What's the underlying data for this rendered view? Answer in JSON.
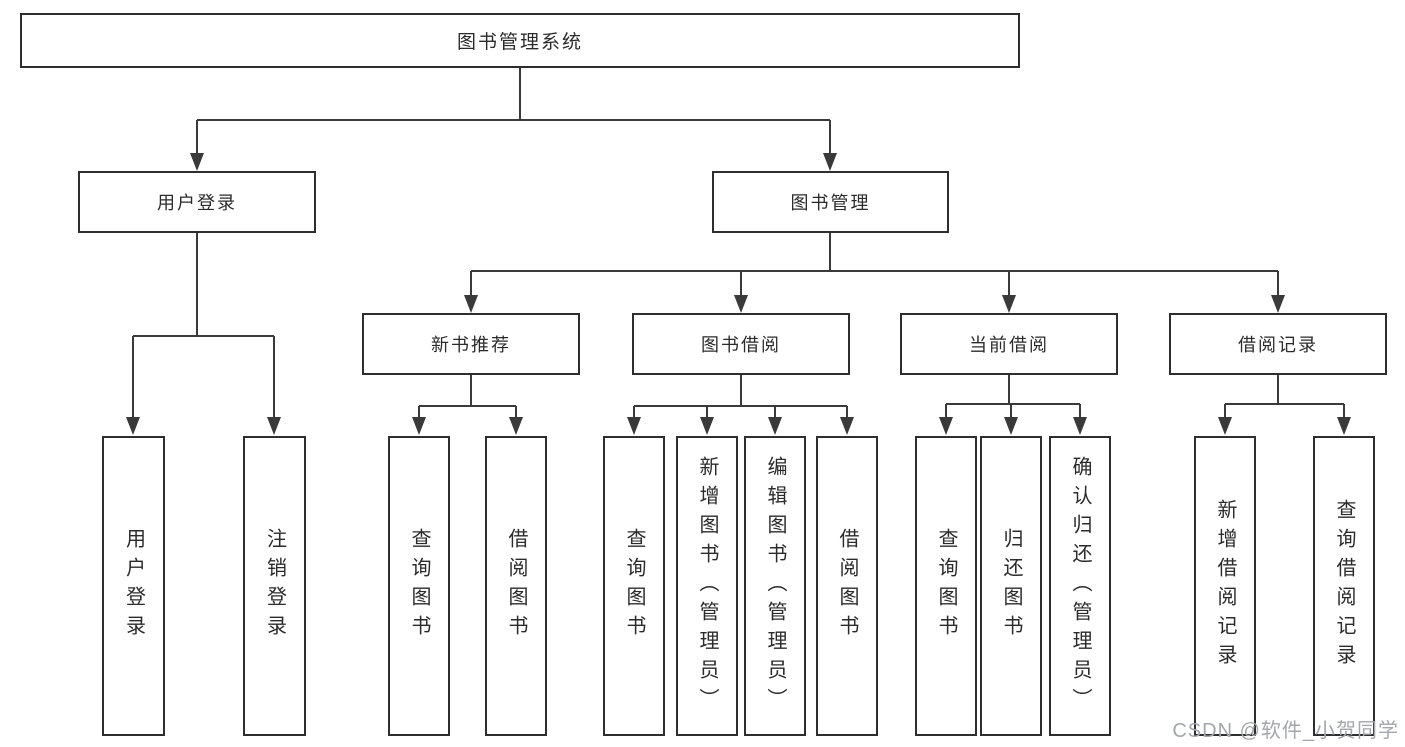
{
  "diagram": {
    "root": {
      "label": "图书管理系统"
    },
    "level2": [
      {
        "label": "用户登录"
      },
      {
        "label": "图书管理"
      }
    ],
    "level3": [
      {
        "label": "新书推荐"
      },
      {
        "label": "图书借阅"
      },
      {
        "label": "当前借阅"
      },
      {
        "label": "借阅记录"
      }
    ],
    "leaves": {
      "user_login": [
        "用户登录",
        "注销登录"
      ],
      "new_books": [
        "查询图书",
        "借阅图书"
      ],
      "book_borrow": [
        "查询图书",
        "新增图书（管理员）",
        "编辑图书（管理员）",
        "借阅图书"
      ],
      "current_borrow": [
        "查询图书",
        "归还图书",
        "确认归还（管理员）"
      ],
      "borrow_records": [
        "新增借阅记录",
        "查询借阅记录"
      ]
    }
  },
  "watermark": {
    "text": "CSDN @软件_小贺同学"
  },
  "colors": {
    "line": "#3a3a3a",
    "border": "#2e2e2e",
    "text": "#2b2b2b",
    "watermark": "#a3a7ad",
    "background": "#ffffff"
  }
}
